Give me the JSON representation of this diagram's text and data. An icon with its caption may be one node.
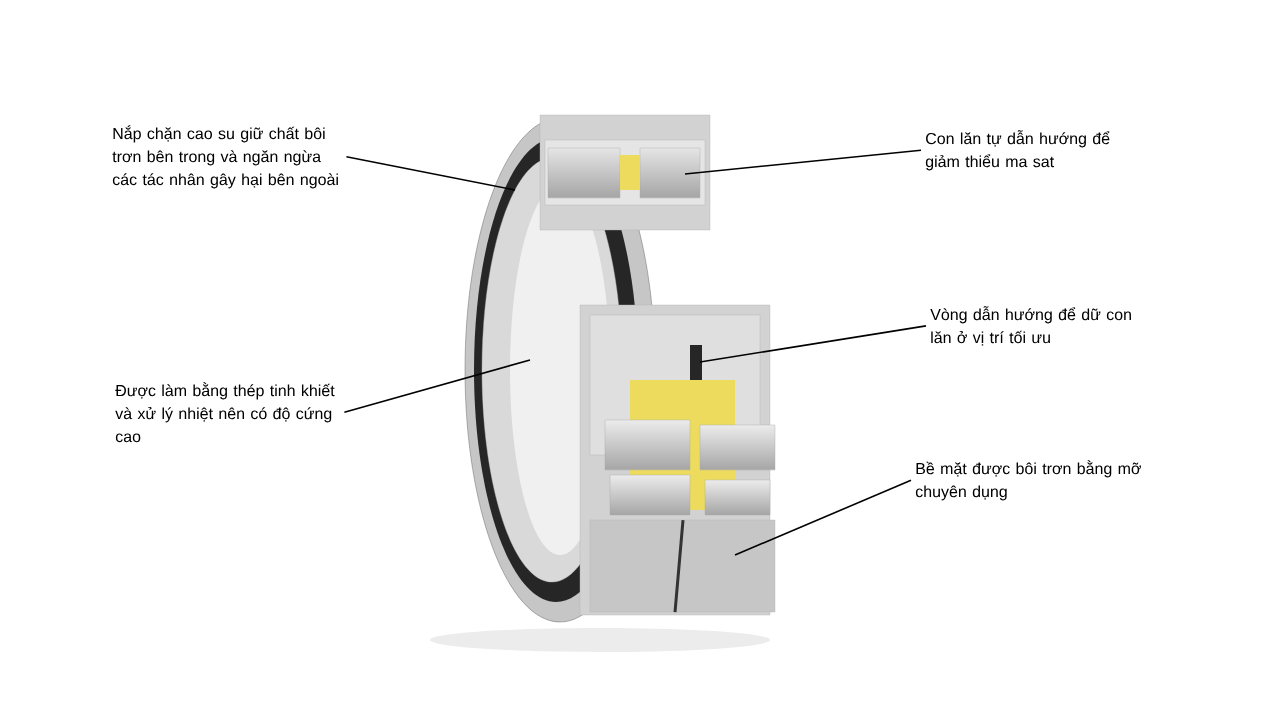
{
  "diagram": {
    "nodes": [
      {
        "text": [
          "Nắp chặn cao su giữ chất bôi trơn bên trong và ngăn ngừa các tác nhân gây hại bên ngoài"
        ]
      },
      {
        "text": [
          "Con lăn tự dẫn hướng để giảm thiểu ma sat"
        ]
      },
      {
        "text": [
          "Được làm bằng thép tinh khiết và xử lý nhiệt nên có độ cứng cao"
        ]
      },
      {
        "text": [
          "Vòng dẫn hướng để dữ con lăn ở vị trí tối ưu"
        ]
      },
      {
        "text": [
          "Bề mặt được bôi trơn bằng mỡ chuyên dụng"
        ]
      }
    ],
    "edges": [
      {
        "from": 0,
        "to": null,
        "arrow": "none"
      },
      {
        "from": 1,
        "to": null,
        "arrow": "none"
      },
      {
        "from": 2,
        "to": null,
        "arrow": "none"
      },
      {
        "from": 3,
        "to": null,
        "arrow": "none"
      },
      {
        "from": 4,
        "to": null,
        "arrow": "none"
      }
    ]
  }
}
